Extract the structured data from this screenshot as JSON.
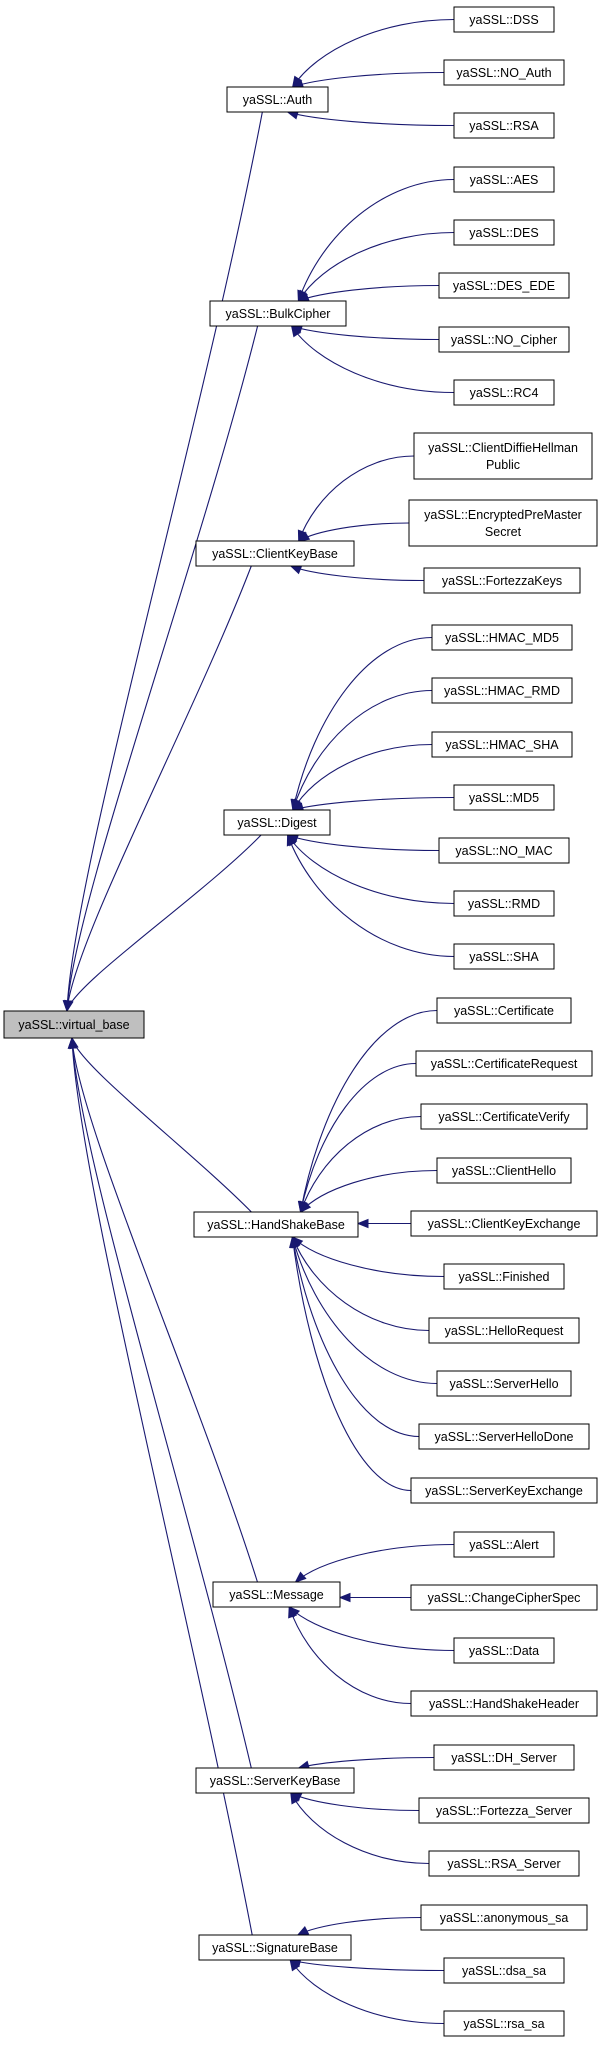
{
  "root": {
    "id": "virtual_base",
    "label": "yaSSL::virtual_base"
  },
  "groups": [
    {
      "id": "auth",
      "label": "yaSSL::Auth",
      "children": [
        {
          "id": "dss",
          "label": [
            "yaSSL::DSS"
          ]
        },
        {
          "id": "no_auth",
          "label": [
            "yaSSL::NO_Auth"
          ]
        },
        {
          "id": "rsa",
          "label": [
            "yaSSL::RSA"
          ]
        }
      ]
    },
    {
      "id": "bulkcipher",
      "label": "yaSSL::BulkCipher",
      "children": [
        {
          "id": "aes",
          "label": [
            "yaSSL::AES"
          ]
        },
        {
          "id": "des",
          "label": [
            "yaSSL::DES"
          ]
        },
        {
          "id": "des_ede",
          "label": [
            "yaSSL::DES_EDE"
          ]
        },
        {
          "id": "no_cipher",
          "label": [
            "yaSSL::NO_Cipher"
          ]
        },
        {
          "id": "rc4",
          "label": [
            "yaSSL::RC4"
          ]
        }
      ]
    },
    {
      "id": "clientkeybase",
      "label": "yaSSL::ClientKeyBase",
      "children": [
        {
          "id": "cdh",
          "label": [
            "yaSSL::ClientDiffieHellman",
            "Public"
          ]
        },
        {
          "id": "epms",
          "label": [
            "yaSSL::EncryptedPreMaster",
            "Secret"
          ]
        },
        {
          "id": "fortezzakeys",
          "label": [
            "yaSSL::FortezzaKeys"
          ]
        }
      ]
    },
    {
      "id": "digest",
      "label": "yaSSL::Digest",
      "children": [
        {
          "id": "hmac_md5",
          "label": [
            "yaSSL::HMAC_MD5"
          ]
        },
        {
          "id": "hmac_rmd",
          "label": [
            "yaSSL::HMAC_RMD"
          ]
        },
        {
          "id": "hmac_sha",
          "label": [
            "yaSSL::HMAC_SHA"
          ]
        },
        {
          "id": "md5",
          "label": [
            "yaSSL::MD5"
          ]
        },
        {
          "id": "no_mac",
          "label": [
            "yaSSL::NO_MAC"
          ]
        },
        {
          "id": "rmd",
          "label": [
            "yaSSL::RMD"
          ]
        },
        {
          "id": "sha",
          "label": [
            "yaSSL::SHA"
          ]
        }
      ]
    },
    {
      "id": "handshakebase",
      "label": "yaSSL::HandShakeBase",
      "children": [
        {
          "id": "certificate",
          "label": [
            "yaSSL::Certificate"
          ]
        },
        {
          "id": "certreq",
          "label": [
            "yaSSL::CertificateRequest"
          ]
        },
        {
          "id": "certverify",
          "label": [
            "yaSSL::CertificateVerify"
          ]
        },
        {
          "id": "clienthello",
          "label": [
            "yaSSL::ClientHello"
          ]
        },
        {
          "id": "clientkeyexchange",
          "label": [
            "yaSSL::ClientKeyExchange"
          ]
        },
        {
          "id": "finished",
          "label": [
            "yaSSL::Finished"
          ]
        },
        {
          "id": "hellorequest",
          "label": [
            "yaSSL::HelloRequest"
          ]
        },
        {
          "id": "serverhello",
          "label": [
            "yaSSL::ServerHello"
          ]
        },
        {
          "id": "serverhellodone",
          "label": [
            "yaSSL::ServerHelloDone"
          ]
        },
        {
          "id": "serverkeyexchange",
          "label": [
            "yaSSL::ServerKeyExchange"
          ]
        }
      ]
    },
    {
      "id": "message",
      "label": "yaSSL::Message",
      "children": [
        {
          "id": "alert",
          "label": [
            "yaSSL::Alert"
          ]
        },
        {
          "id": "changecipherspec",
          "label": [
            "yaSSL::ChangeCipherSpec"
          ]
        },
        {
          "id": "data",
          "label": [
            "yaSSL::Data"
          ]
        },
        {
          "id": "handshakeheader",
          "label": [
            "yaSSL::HandShakeHeader"
          ]
        }
      ]
    },
    {
      "id": "serverkeybase",
      "label": "yaSSL::ServerKeyBase",
      "children": [
        {
          "id": "dh_server",
          "label": [
            "yaSSL::DH_Server"
          ]
        },
        {
          "id": "fortezza_server",
          "label": [
            "yaSSL::Fortezza_Server"
          ]
        },
        {
          "id": "rsa_server",
          "label": [
            "yaSSL::RSA_Server"
          ]
        }
      ]
    },
    {
      "id": "signaturebase",
      "label": "yaSSL::SignatureBase",
      "children": [
        {
          "id": "anonymous_sa",
          "label": [
            "yaSSL::anonymous_sa"
          ]
        },
        {
          "id": "dsa_sa",
          "label": [
            "yaSSL::dsa_sa"
          ]
        },
        {
          "id": "rsa_sa",
          "label": [
            "yaSSL::rsa_sa"
          ]
        }
      ]
    }
  ],
  "colors": {
    "edge": "#191970",
    "root_fill": "#bfbfbf",
    "node_fill": "#ffffff",
    "node_stroke": "#000000"
  }
}
